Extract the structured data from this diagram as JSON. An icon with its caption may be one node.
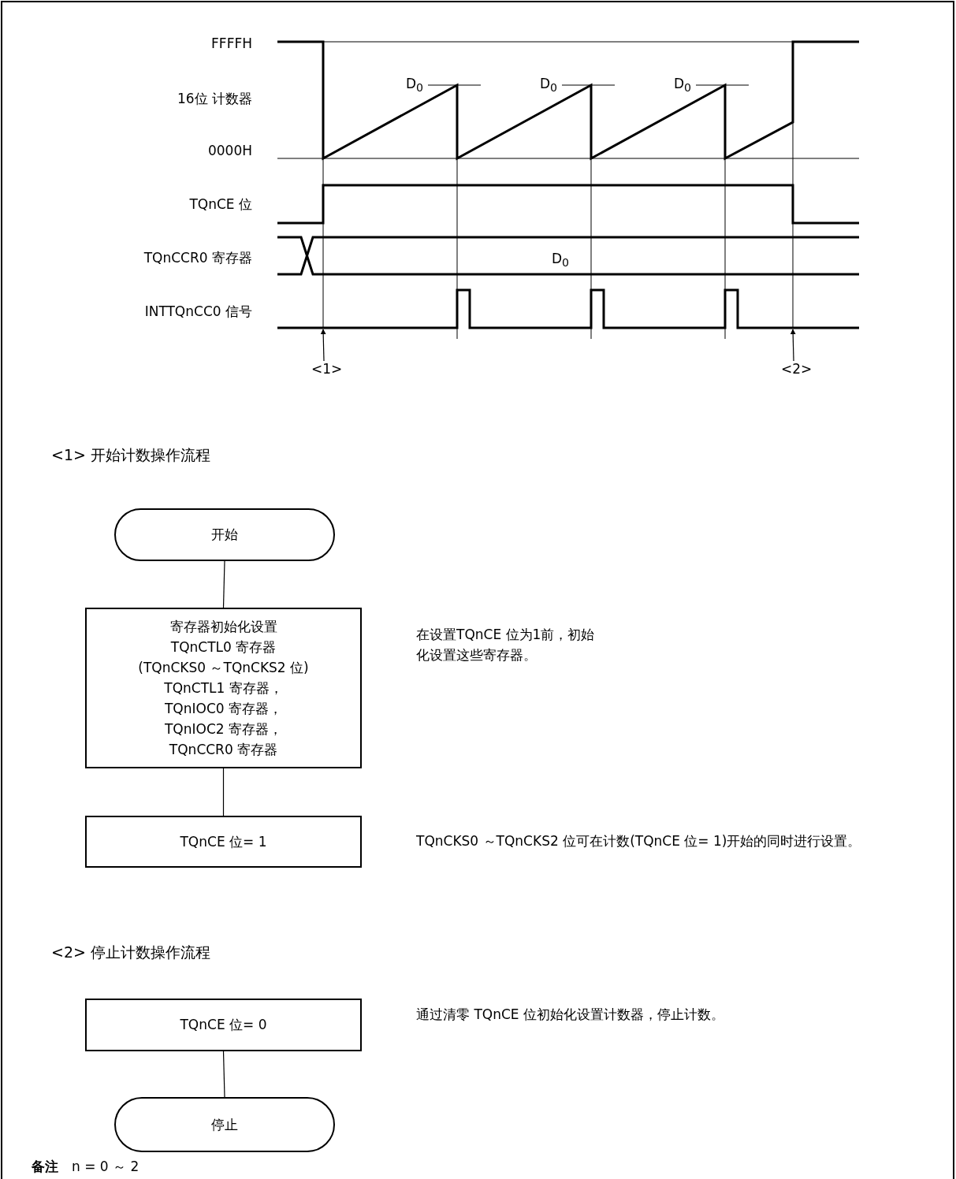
{
  "diagram": {
    "nodes": [
      {
        "text": [
          "<1>"
        ]
      },
      {
        "text": [
          "<2>"
        ]
      },
      {
        "text": [
          "开始"
        ]
      },
      {
        "text": [
          "寄存器初始化设置",
          "TQnCTL0 寄存器",
          "(TQnCKS0 ～TQnCKS2 位)",
          "TQnCTL1 寄存器，",
          "TQnIOC0 寄存器，",
          "TQnIOC2 寄存器，",
          "TQnCCR0 寄存器"
        ]
      },
      {
        "text": [
          "TQnCE 位= 1"
        ]
      },
      {
        "text": [
          "TQnCE 位= 0"
        ]
      },
      {
        "text": [
          "停止"
        ]
      }
    ],
    "edges": [
      {
        "from": 0,
        "to": null,
        "arrow": "to"
      },
      {
        "from": 1,
        "to": null,
        "arrow": "to"
      },
      {
        "from": 2,
        "to": 3,
        "arrow": "none"
      },
      {
        "from": 3,
        "to": 4,
        "arrow": "none"
      },
      {
        "from": 5,
        "to": 6,
        "arrow": "none"
      }
    ],
    "labels": [
      "FFFFH",
      "D$_{0}$",
      "D$_{0}$",
      "D$_{0}$",
      "16位 计数器",
      "0000H",
      "TQnCE 位",
      "TQnCCR0 寄存器",
      "D$_{0}$",
      "INTTQnCC0 信号",
      "<1> 开始计数操作流程",
      "在设置TQnCE 位为1前，初始化设置这些寄存器。",
      "TQnCKS0 ～TQnCKS2 位可在计数(TQnCE 位= 1)开始的同时进行设置。",
      "<2> 停止计数操作流程",
      "通过清零 TQnCE 位初始化设置计数器，停止计数。",
      "**备注**　n = 0 ～ 2"
    ]
  }
}
